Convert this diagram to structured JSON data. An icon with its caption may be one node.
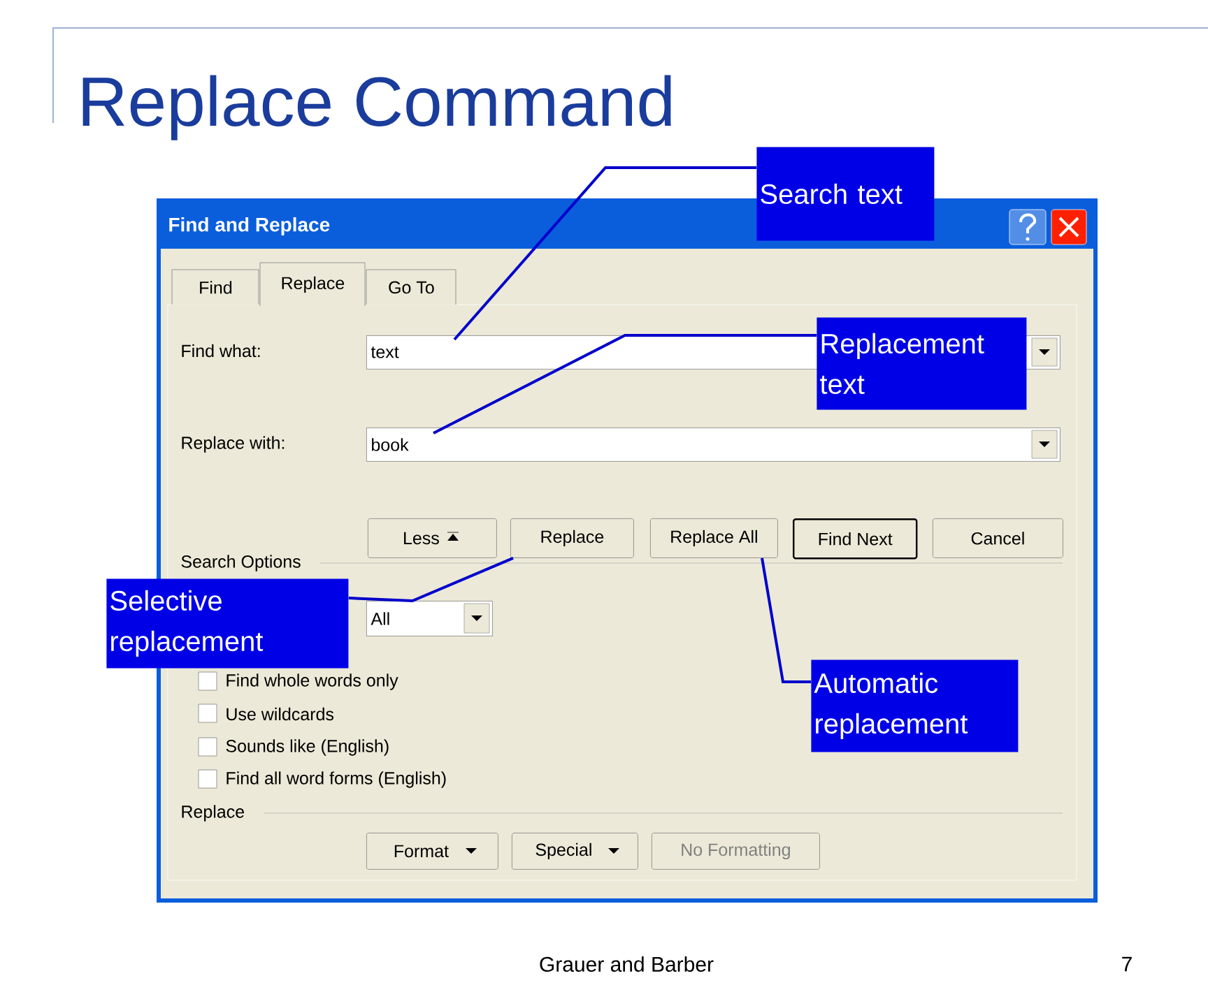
{
  "diagram": {
    "title": "Replace Command",
    "nodes": [
      {
        "text": [
          "Find and Replace"
        ]
      },
      {
        "text": [
          "Find"
        ],
        "in": 0
      },
      {
        "text": [
          "Replace"
        ],
        "in": 0
      },
      {
        "text": [
          "Go To"
        ],
        "in": 0
      },
      {
        "text": [
          "text"
        ],
        "in": 0
      },
      {
        "text": [
          "book"
        ],
        "in": 0
      },
      {
        "text": [
          "Less"
        ],
        "in": 0
      },
      {
        "text": [
          "Replace"
        ],
        "in": 0
      },
      {
        "text": [
          "Replace All"
        ],
        "in": 0
      },
      {
        "text": [
          "Find Next"
        ],
        "in": 0
      },
      {
        "text": [
          "Cancel"
        ],
        "in": 0
      },
      {
        "text": [
          "All"
        ],
        "in": 0
      },
      {
        "text": [
          "Format"
        ],
        "in": 0
      },
      {
        "text": [
          "Special"
        ],
        "in": 0
      },
      {
        "text": [
          "No Formatting"
        ],
        "in": 0
      },
      {
        "text": [
          "Search text"
        ]
      },
      {
        "text": [
          "Replacement text"
        ],
        "in": 0
      },
      {
        "text": [
          "Selective replacement"
        ]
      },
      {
        "text": [
          "Automatic replacement"
        ],
        "in": 0
      }
    ],
    "edges": [
      {
        "from": 15,
        "to": 4,
        "arrow": "none"
      },
      {
        "from": 16,
        "to": 5,
        "arrow": "none"
      },
      {
        "from": 17,
        "to": 7,
        "arrow": "none"
      },
      {
        "from": 18,
        "to": 8,
        "arrow": "none"
      }
    ],
    "labels": [
      "Find what:",
      "Replace with:",
      "Search Options",
      "Find whole words only",
      "Use wildcards",
      "Sounds like (English)",
      "Find all word forms (English)",
      "Replace",
      "Grauer and Barber",
      "7"
    ]
  }
}
